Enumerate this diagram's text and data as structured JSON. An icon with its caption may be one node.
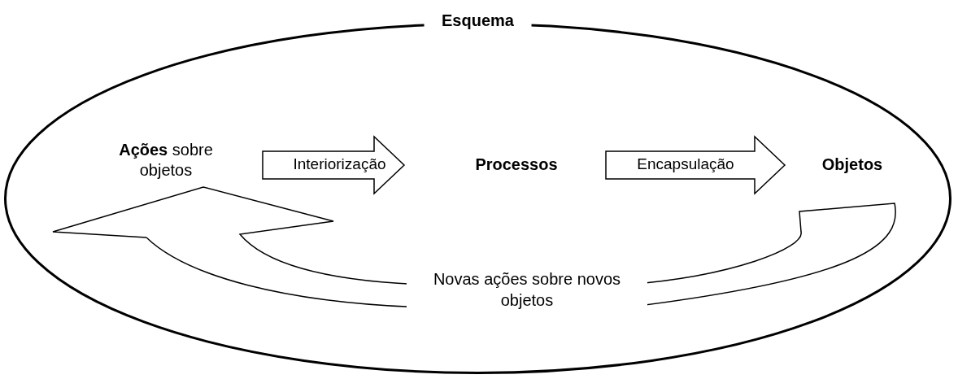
{
  "diagram": {
    "nodes": [
      {
        "text": [
          "Esquema"
        ]
      },
      {
        "text": [
          "**Ações** sobre objetos"
        ],
        "in": 0
      },
      {
        "text": [
          "Processos"
        ],
        "in": 0
      },
      {
        "text": [
          "Objetos"
        ],
        "in": 0
      }
    ],
    "edges": [
      {
        "from": 1,
        "to": 2,
        "arrow": "to",
        "label": "Interiorização"
      },
      {
        "from": 2,
        "to": 3,
        "arrow": "to",
        "label": "Encapsulação"
      },
      {
        "from": 3,
        "to": 1,
        "arrow": "to",
        "label": "Novas ações sobre novos objetos"
      }
    ]
  }
}
